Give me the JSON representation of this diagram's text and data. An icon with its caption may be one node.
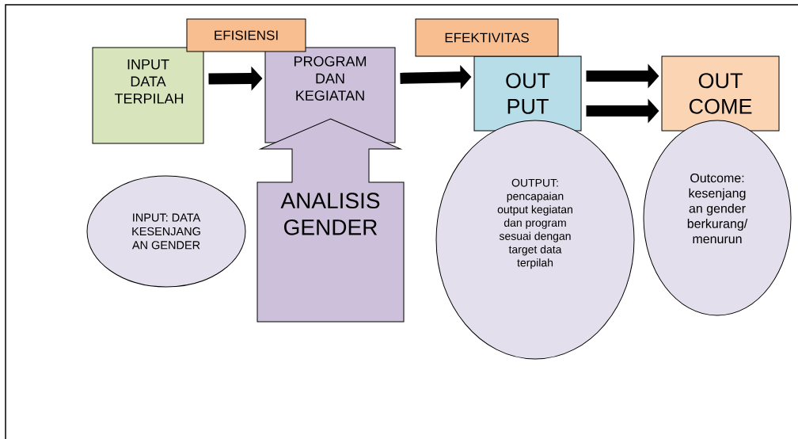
{
  "diagram": {
    "nodes": [
      {
        "text": [
          "EFISIENSI"
        ]
      },
      {
        "text": [
          "INPUT DATA TERPILAH"
        ]
      },
      {
        "text": [
          "PROGRAM DAN KEGIATAN"
        ]
      },
      {
        "text": [
          "EFEKTIVITAS"
        ]
      },
      {
        "text": [
          "OUT PUT"
        ]
      },
      {
        "text": [
          "OUT COME"
        ]
      },
      {
        "text": [
          "ANALISIS GENDER"
        ]
      },
      {
        "text": [
          "INPUT: DATA KESENJANG AN GENDER"
        ]
      },
      {
        "text": [
          "OUTPUT: pencapaian output kegiatan dan program sesuai dengan target data terpilah"
        ]
      },
      {
        "text": [
          "Outcome: kesenjang an gender berkurang/ menurun"
        ]
      }
    ],
    "edges": [
      {
        "from": 1,
        "to": 2,
        "arrow": "to"
      },
      {
        "from": 2,
        "to": 4,
        "arrow": "to"
      },
      {
        "from": 4,
        "to": 5,
        "arrow": "to"
      },
      {
        "from": 4,
        "to": 5,
        "arrow": "to"
      }
    ]
  }
}
